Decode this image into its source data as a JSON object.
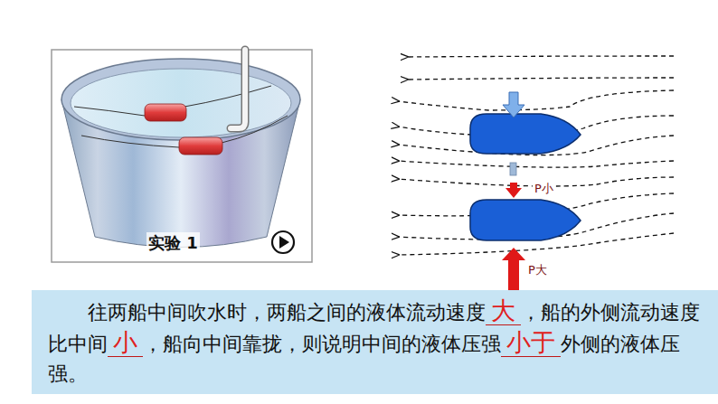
{
  "diagram": {
    "nodes": [
      {
        "text": [
          "往两船中间吹水时，两船之间的液体流动速度",
          "大",
          "，船的外侧流动速度比中间",
          "小",
          "，船向中间靠拢，则说明中间的液体压强",
          "小于",
          "外侧的液体压强。"
        ]
      }
    ],
    "labels": [
      "实验 1",
      "P小",
      "P大"
    ]
  }
}
